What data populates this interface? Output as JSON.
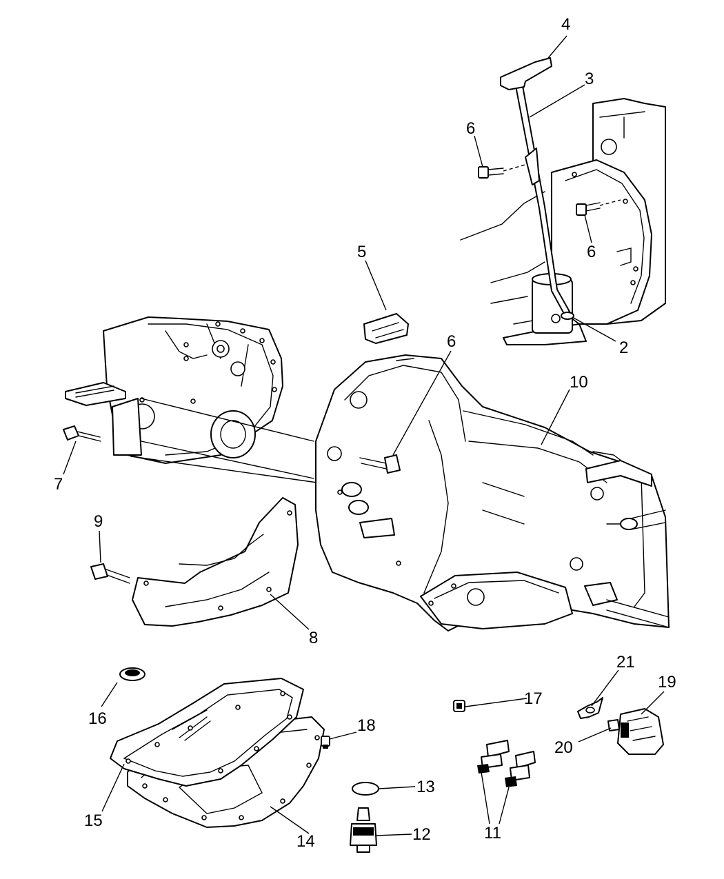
{
  "callouts": {
    "c2": "2",
    "c3": "3",
    "c4": "4",
    "c5": "5",
    "c6a": "6",
    "c6b": "6",
    "c6c": "6",
    "c7": "7",
    "c8": "8",
    "c9": "9",
    "c10": "10",
    "c11": "11",
    "c12": "12",
    "c13": "13",
    "c14": "14",
    "c15": "15",
    "c16": "16",
    "c17": "17",
    "c18": "18",
    "c19": "19",
    "c20": "20",
    "c21": "21"
  },
  "colors": {
    "line": "#000000",
    "background": "#ffffff"
  }
}
